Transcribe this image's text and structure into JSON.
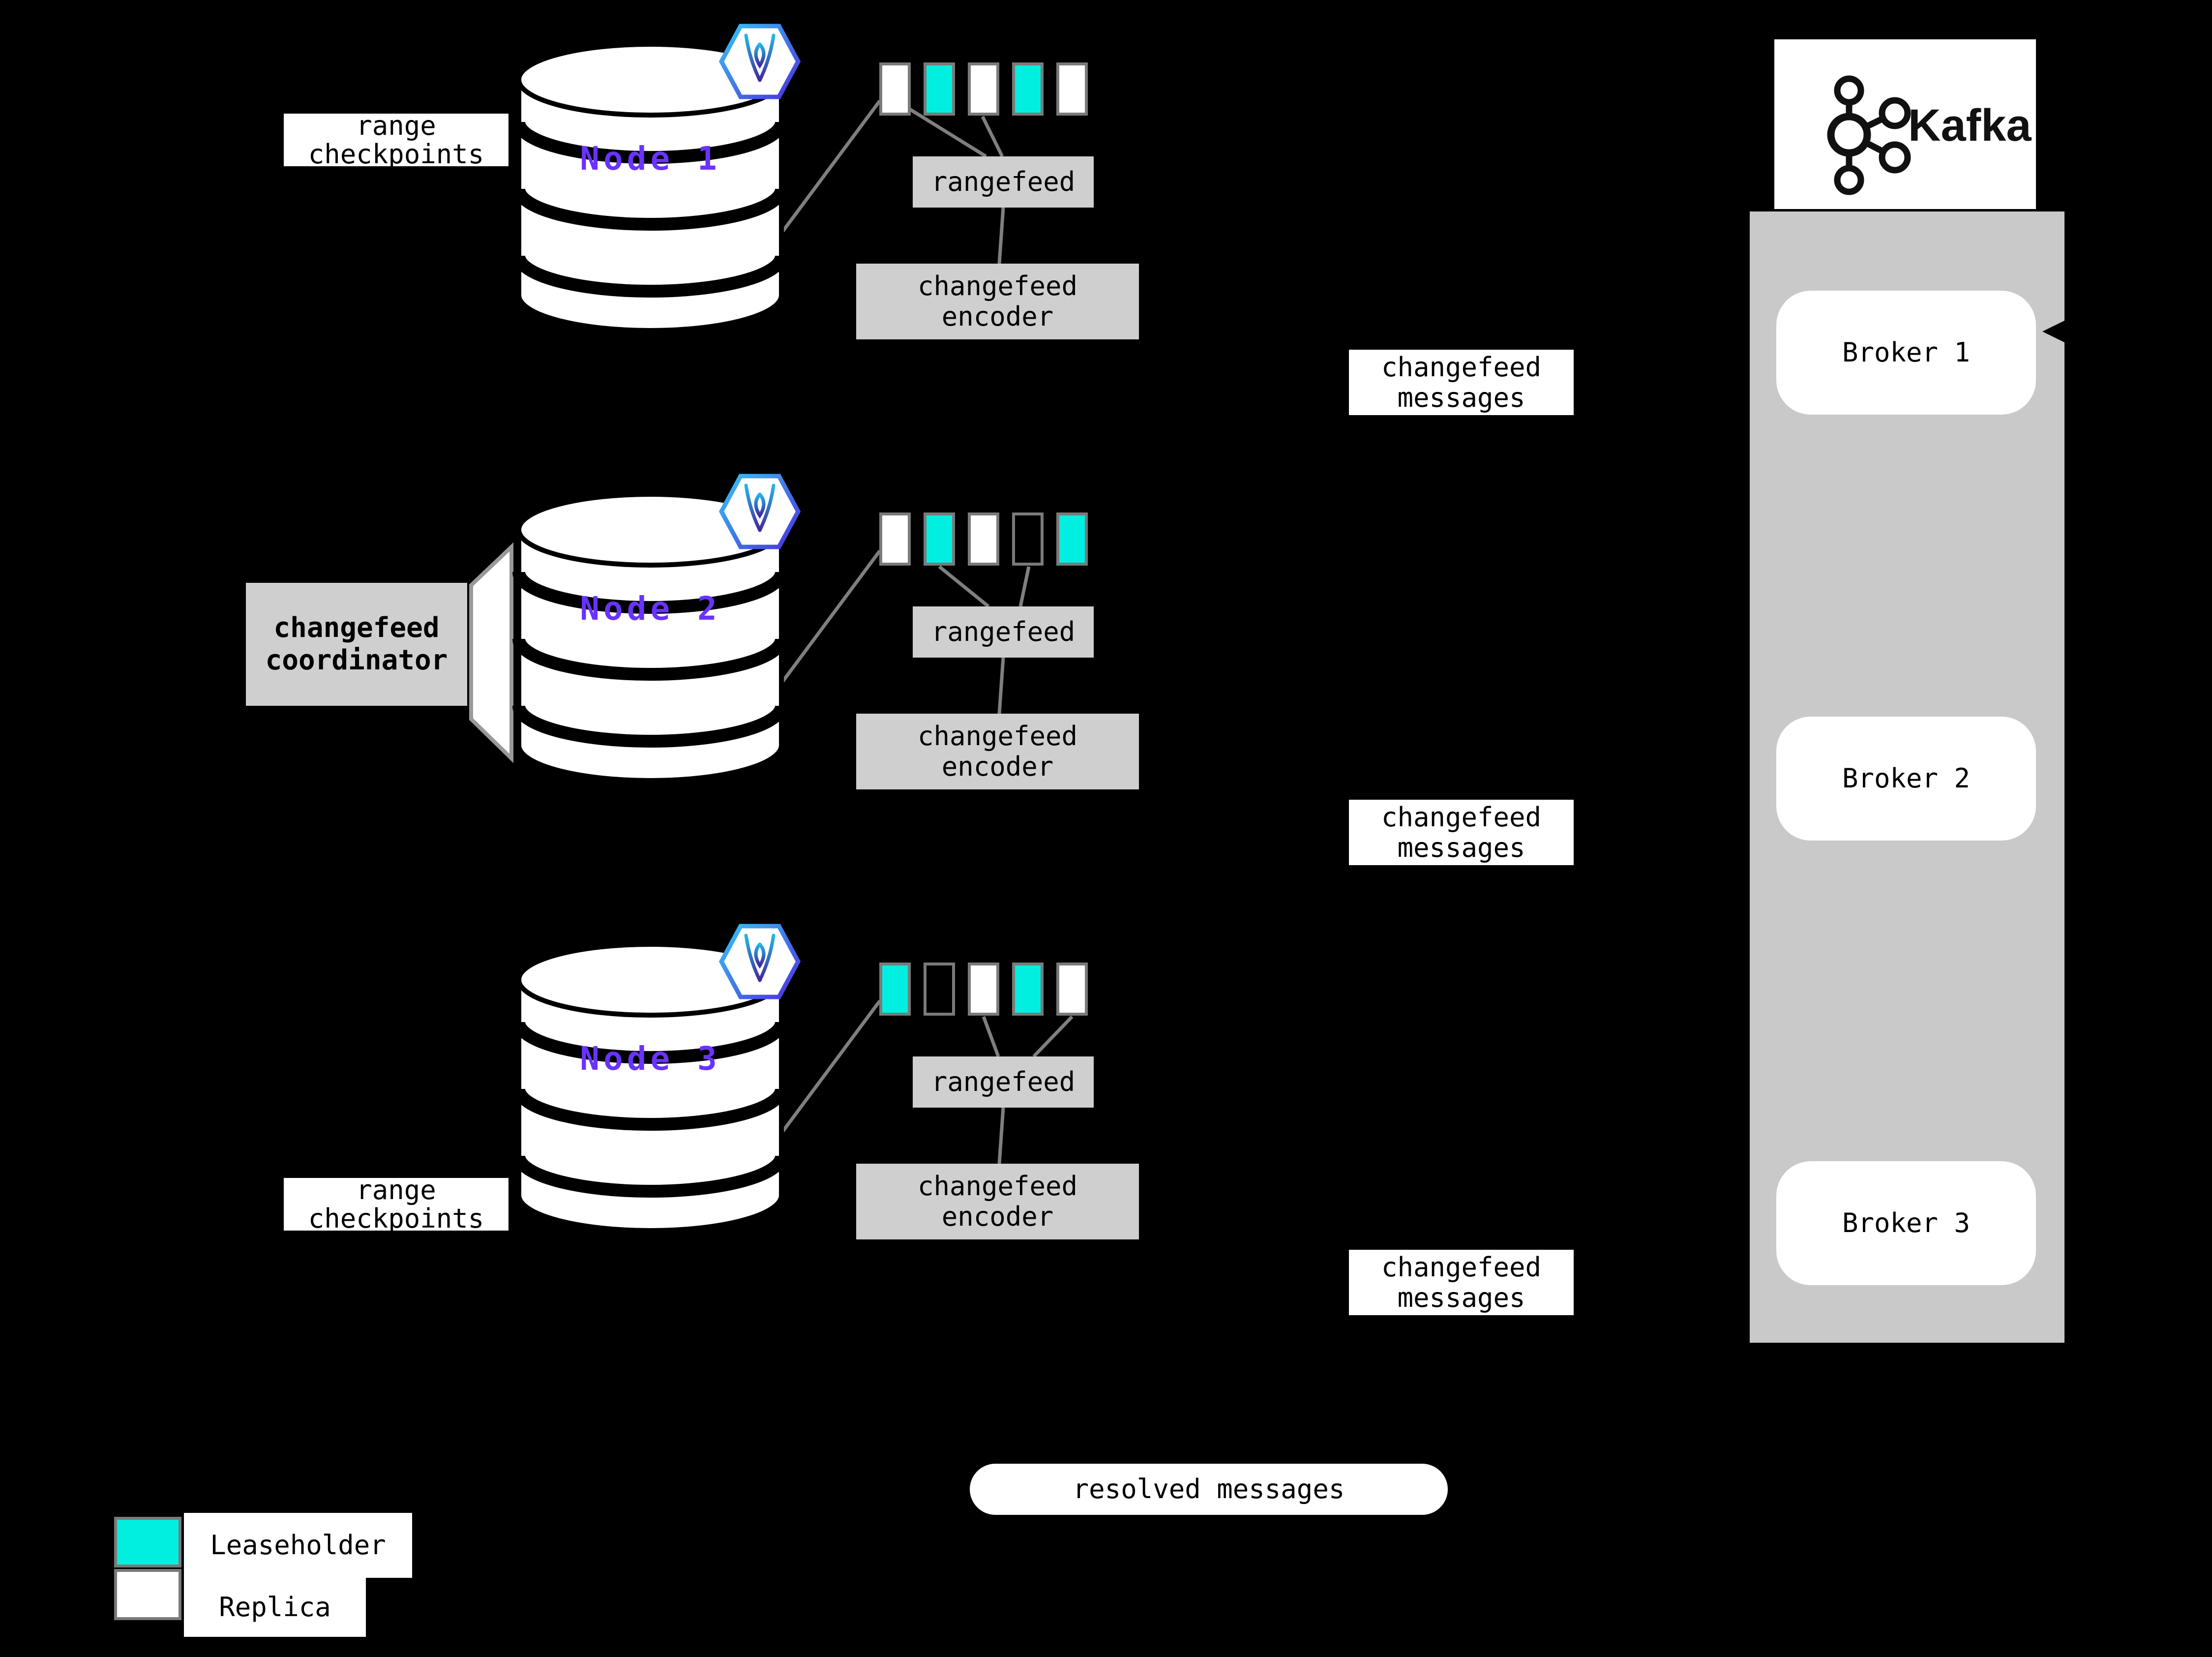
{
  "colors": {
    "leaseholder": "#00EFE0",
    "replica": "#FFFFFF",
    "node_label": "#6933FF",
    "box_gray": "#CFCFCF",
    "container_gray": "#C9C9C9",
    "connector": "#7F7F7F"
  },
  "labels": {
    "range_checkpoints": "range checkpoints",
    "coordinator": "changefeed coordinator",
    "rangefeed": "rangefeed",
    "encoder": "changefeed encoder",
    "messages": "changefeed messages",
    "resolved": "resolved messages"
  },
  "nodes": [
    {
      "name": "Node 1",
      "ranges": [
        "replica",
        "leaseholder",
        "replica",
        "leaseholder",
        "replica"
      ]
    },
    {
      "name": "Node 2",
      "ranges": [
        "replica",
        "leaseholder",
        "replica",
        "empty",
        "leaseholder"
      ]
    },
    {
      "name": "Node 3",
      "ranges": [
        "leaseholder",
        "empty",
        "replica",
        "leaseholder",
        "replica"
      ]
    }
  ],
  "kafka": {
    "title": "Kafka",
    "brokers": [
      "Broker 1",
      "Broker 2",
      "Broker 3"
    ]
  },
  "legend": {
    "leaseholder": "Leaseholder",
    "replica": "Replica"
  }
}
